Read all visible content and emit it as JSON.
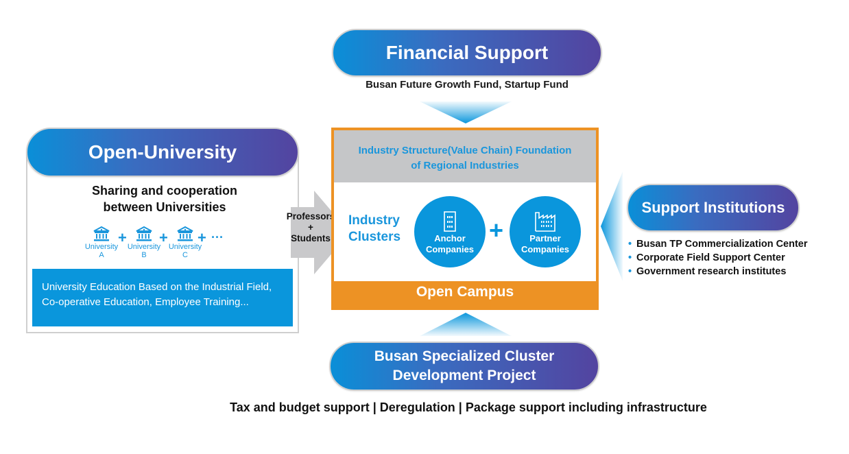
{
  "financial_support": {
    "title": "Financial Support",
    "subtitle": "Busan Future Growth Fund, Startup Fund"
  },
  "open_university": {
    "title": "Open-University",
    "heading_line1": "Sharing and cooperation",
    "heading_line2": "between Universities",
    "universities": [
      {
        "label_line1": "University",
        "label_line2": "A",
        "icon": "university-building-icon"
      },
      {
        "label_line1": "University",
        "label_line2": "B",
        "icon": "university-building-icon"
      },
      {
        "label_line1": "University",
        "label_line2": "C",
        "icon": "university-building-icon"
      }
    ],
    "plus": "+",
    "ellipsis": "···",
    "education_line1": "University Education Based on the Industrial Field,",
    "education_line2": "Co-operative Education, Employee Training..."
  },
  "transfer_arrow": {
    "line1": "Professors",
    "line2": "+",
    "line3": "Students"
  },
  "open_campus": {
    "title": "Open Campus",
    "foundation_line1": "Industry Structure(Value Chain) Foundation",
    "foundation_line2": "of Regional Industries",
    "clusters_line1": "Industry",
    "clusters_line2": "Clusters",
    "anchor_line1": "Anchor",
    "anchor_line2": "Companies",
    "partner_line1": "Partner",
    "partner_line2": "Companies",
    "plus": "+"
  },
  "cluster_project": {
    "title_line1": "Busan Specialized Cluster",
    "title_line2": "Development Project",
    "subtitle": "Tax and budget support | Deregulation | Package support including infrastructure"
  },
  "support_institutions": {
    "title": "Support Institutions",
    "items": [
      "Busan TP Commercialization Center",
      "Corporate Field Support Center",
      "Government research institutes"
    ]
  },
  "colors": {
    "gradient_start": "#0a8fd8",
    "gradient_end": "#5344a0",
    "accent_blue": "#0a96dc",
    "orange": "#ed9224",
    "gray_band": "#c5c6c8"
  }
}
